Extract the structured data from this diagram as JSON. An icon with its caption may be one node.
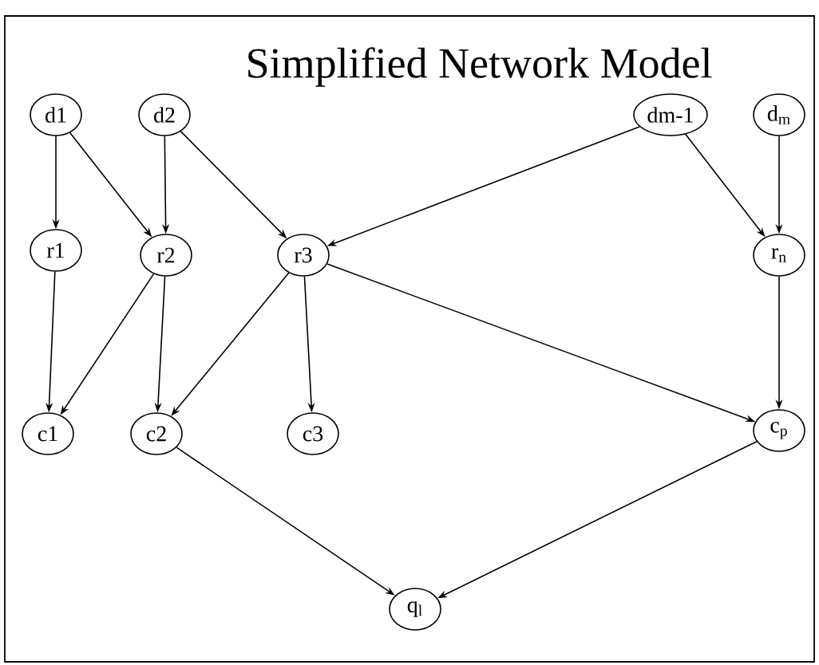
{
  "diagram": {
    "title": "Simplified Network Model",
    "nodes": [
      {
        "text": [
          "d1"
        ]
      },
      {
        "text": [
          "d2"
        ]
      },
      {
        "text": [
          "dm-1"
        ]
      },
      {
        "text": [
          "d$_{m}$"
        ]
      },
      {
        "text": [
          "r1"
        ]
      },
      {
        "text": [
          "r2"
        ]
      },
      {
        "text": [
          "r3"
        ]
      },
      {
        "text": [
          "r$_{n}$"
        ]
      },
      {
        "text": [
          "c1"
        ]
      },
      {
        "text": [
          "c2"
        ]
      },
      {
        "text": [
          "c3"
        ]
      },
      {
        "text": [
          "c$_{p}$"
        ]
      },
      {
        "text": [
          "q$_{l}$"
        ]
      }
    ],
    "edges": [
      {
        "from": 0,
        "to": 4,
        "arrow": "to"
      },
      {
        "from": 0,
        "to": 5,
        "arrow": "to"
      },
      {
        "from": 1,
        "to": 5,
        "arrow": "to"
      },
      {
        "from": 1,
        "to": 6,
        "arrow": "to"
      },
      {
        "from": 2,
        "to": 6,
        "arrow": "to"
      },
      {
        "from": 2,
        "to": 7,
        "arrow": "to"
      },
      {
        "from": 3,
        "to": 7,
        "arrow": "to"
      },
      {
        "from": 4,
        "to": 8,
        "arrow": "to"
      },
      {
        "from": 5,
        "to": 8,
        "arrow": "to"
      },
      {
        "from": 5,
        "to": 9,
        "arrow": "to"
      },
      {
        "from": 6,
        "to": 9,
        "arrow": "to"
      },
      {
        "from": 6,
        "to": 10,
        "arrow": "to"
      },
      {
        "from": 6,
        "to": 11,
        "arrow": "to"
      },
      {
        "from": 7,
        "to": 11,
        "arrow": "to"
      },
      {
        "from": 9,
        "to": 12,
        "arrow": "to"
      },
      {
        "from": 11,
        "to": 12,
        "arrow": "to"
      }
    ]
  }
}
